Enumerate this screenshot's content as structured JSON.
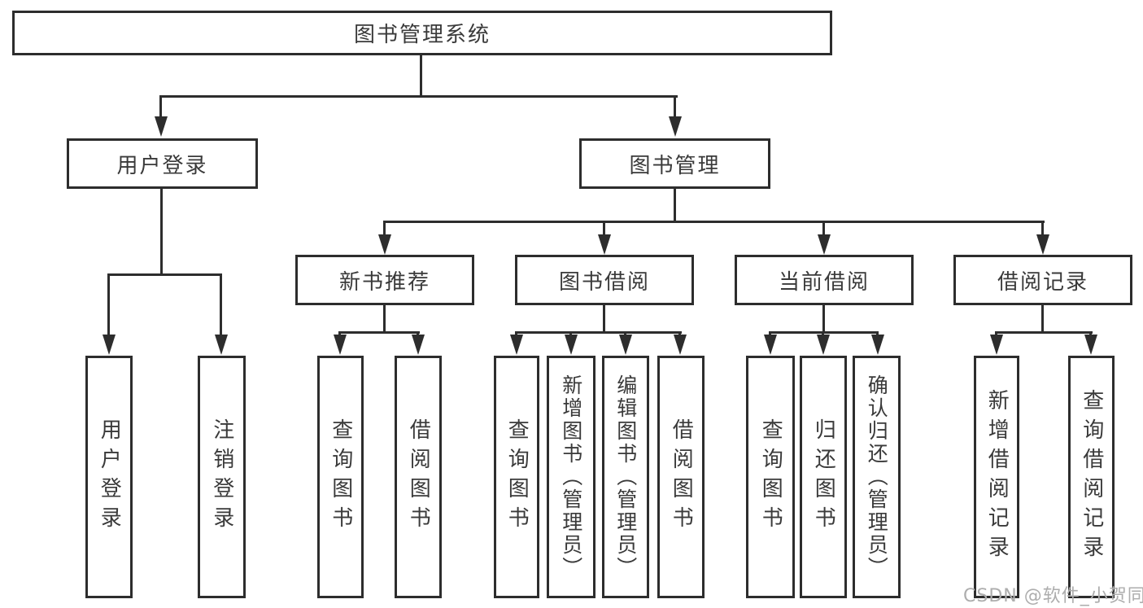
{
  "diagram": {
    "title": "图书管理系统",
    "level2": [
      "用户登录",
      "图书管理"
    ],
    "level3": [
      "新书推荐",
      "图书借阅",
      "当前借阅",
      "借阅记录"
    ],
    "leaves": {
      "user_login": [
        "用户登录",
        "注销登录"
      ],
      "new_book_recommend": [
        "查询图书",
        "借阅图书"
      ],
      "book_borrow": [
        "查询图书",
        "新增图书（管理员）",
        "编辑图书（管理员）",
        "借阅图书"
      ],
      "current_borrow": [
        "查询图书",
        "归还图书",
        "确认归还（管理员）"
      ],
      "borrow_records": [
        "新增借阅记录",
        "查询借阅记录"
      ]
    }
  },
  "watermark": {
    "text": "CSDN @软件_小贺同学",
    "color": "#adadad"
  },
  "colors": {
    "line": "#2d2d2d",
    "text": "#3a3a3a",
    "background": "#ffffff"
  }
}
